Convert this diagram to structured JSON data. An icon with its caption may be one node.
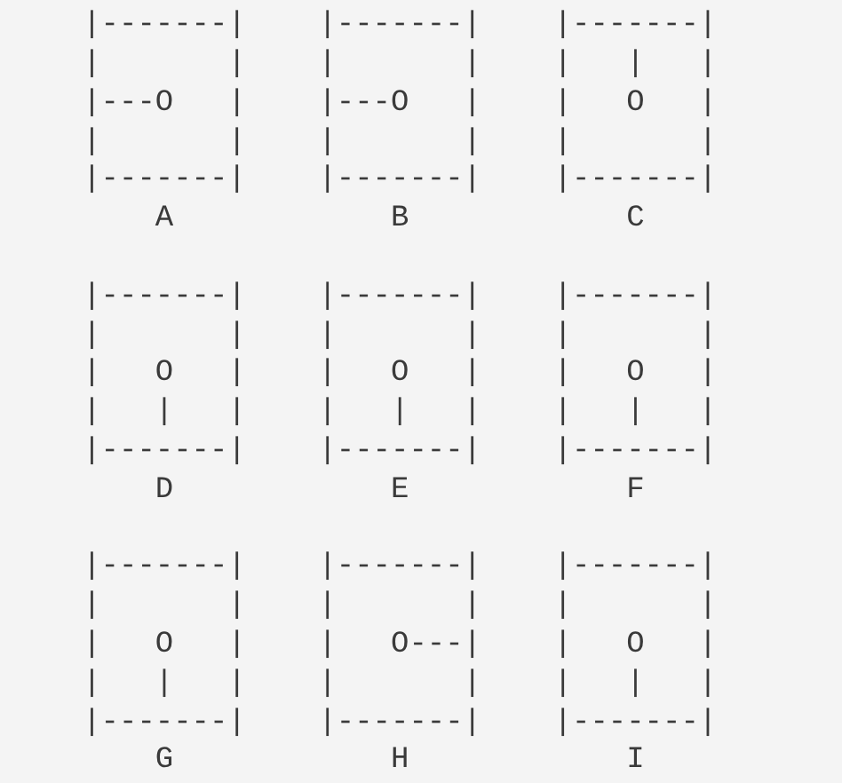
{
  "diagram": {
    "labels": [
      "|-------|",
      "|-------|",
      "|-------|",
      "|       |",
      "|       |",
      "|   |   |",
      "|---O   |",
      "|---O   |",
      "|   O   |",
      "|       |",
      "|       |",
      "|       |",
      "|-------|",
      "|-------|",
      "|-------|",
      "A",
      "B",
      "C",
      "|-------|",
      "|-------|",
      "|-------|",
      "|       |",
      "|       |",
      "|       |",
      "|   O   |",
      "|   O   |",
      "|   O   |",
      "|   |   |",
      "|   |   |",
      "|   |   |",
      "|-------|",
      "|-------|",
      "|-------|",
      "D",
      "E",
      "F",
      "|-------|",
      "|-------|",
      "|-------|",
      "|       |",
      "|       |",
      "|       |",
      "|   O   |",
      "|   O---|",
      "|   O   |",
      "|   |   |",
      "|       |",
      "|   |   |",
      "|-------|",
      "|-------|",
      "|-------|",
      "G",
      "H",
      "I"
    ]
  }
}
